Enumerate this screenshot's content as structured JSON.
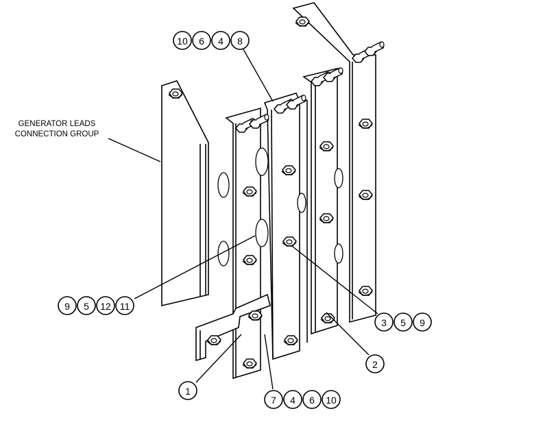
{
  "assembly_label": {
    "line1": "GENERATOR LEADS",
    "line2": "CONNECTION GROUP"
  },
  "callouts": [
    {
      "id": "top",
      "numbers": [
        "10",
        "6",
        "4",
        "8"
      ]
    },
    {
      "id": "left",
      "numbers": [
        "9",
        "5",
        "12",
        "11"
      ]
    },
    {
      "id": "right",
      "numbers": [
        "3",
        "5",
        "9"
      ]
    },
    {
      "id": "single-right",
      "numbers": [
        "2"
      ]
    },
    {
      "id": "single-left",
      "numbers": [
        "1"
      ]
    },
    {
      "id": "bottom",
      "numbers": [
        "7",
        "4",
        "6",
        "10"
      ]
    }
  ]
}
